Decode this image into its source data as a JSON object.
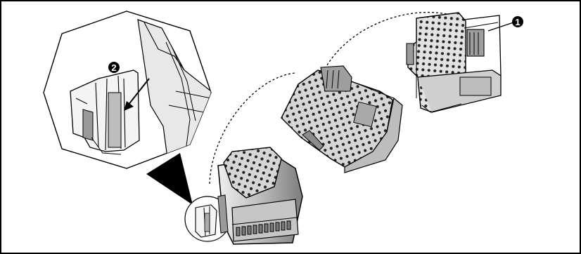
{
  "callouts": [
    {
      "id": "1",
      "label": "1"
    },
    {
      "id": "2",
      "label": "2"
    }
  ],
  "colors": {
    "outline": "#000000",
    "body_gray": "#d6d6d6",
    "face_gray": "#bfbfbf",
    "dark_gray": "#8c8c8c",
    "zoom_fill": "#ffffff"
  },
  "icons": {
    "module_top_right": "option-module",
    "module_middle": "option-module-rotated",
    "module_installed": "option-module-in-drive",
    "zoom_detail": "latch-detail-magnifier"
  }
}
